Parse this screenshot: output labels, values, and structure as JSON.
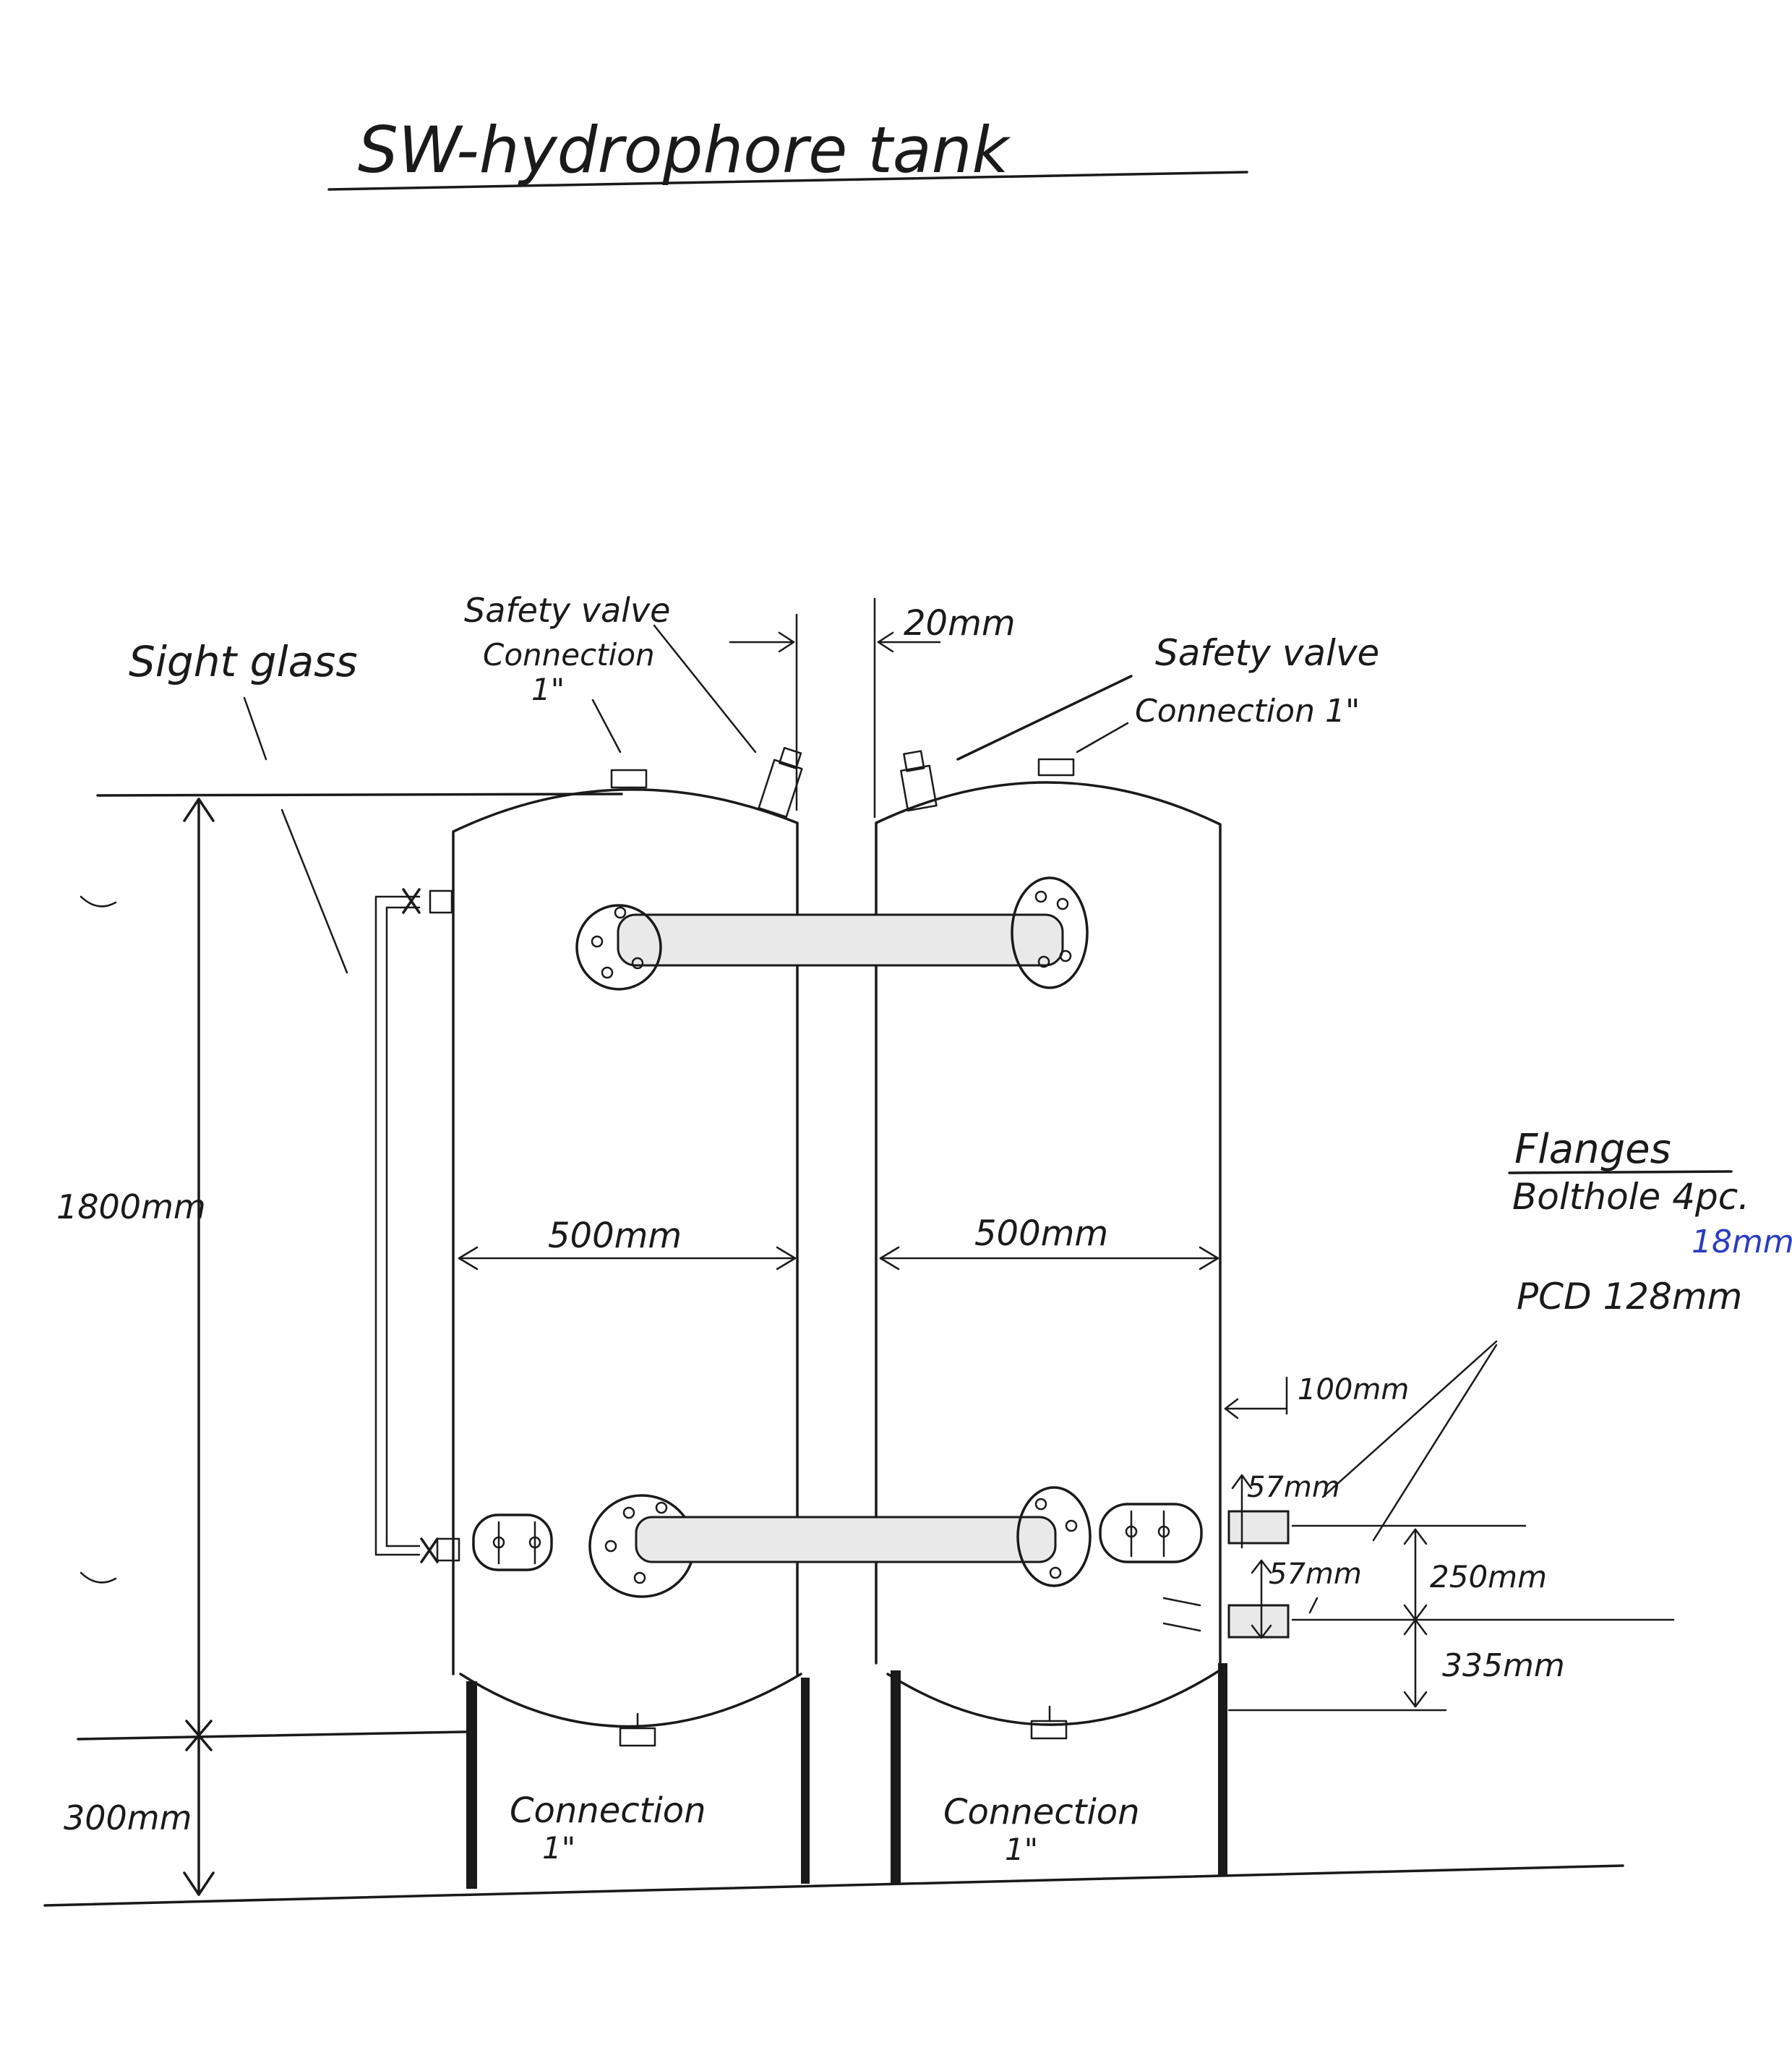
{
  "title": "SW-hydrophore tank",
  "labels": {
    "sight_glass": "Sight glass",
    "safety_valve_left_line1": "Safety valve",
    "safety_valve_left_line2": "Connection",
    "safety_valve_left_line3": "1\"",
    "safety_valve_right_line1": "Safety valve",
    "safety_valve_right_line2": "Connection  1\"",
    "connection_left_line1": "Connection",
    "connection_left_line2": "1\"",
    "connection_right_line1": "Connection",
    "connection_right_line2": "1\"",
    "flanges_title": "Flanges",
    "bolthole": "Bolthole  4pc.",
    "bolthole_size": "18mm",
    "pcd": "PCD  128mm"
  },
  "dimensions": {
    "gap": "20mm",
    "width_left": "500mm",
    "width_right": "500mm",
    "height_total": "1800mm",
    "leg_height": "300mm",
    "nozzle_length": "100mm",
    "nozzle_dia_upper": "57mm",
    "nozzle_dia_lower": "57mm",
    "nozzle_spacing": "250mm",
    "nozzle_height": "335mm"
  },
  "colors": {
    "ink": "#1a1a1a",
    "blue_ink": "#2a3cc0",
    "paper": "#ffffff",
    "pipe_fill": "#e9e9e9"
  }
}
